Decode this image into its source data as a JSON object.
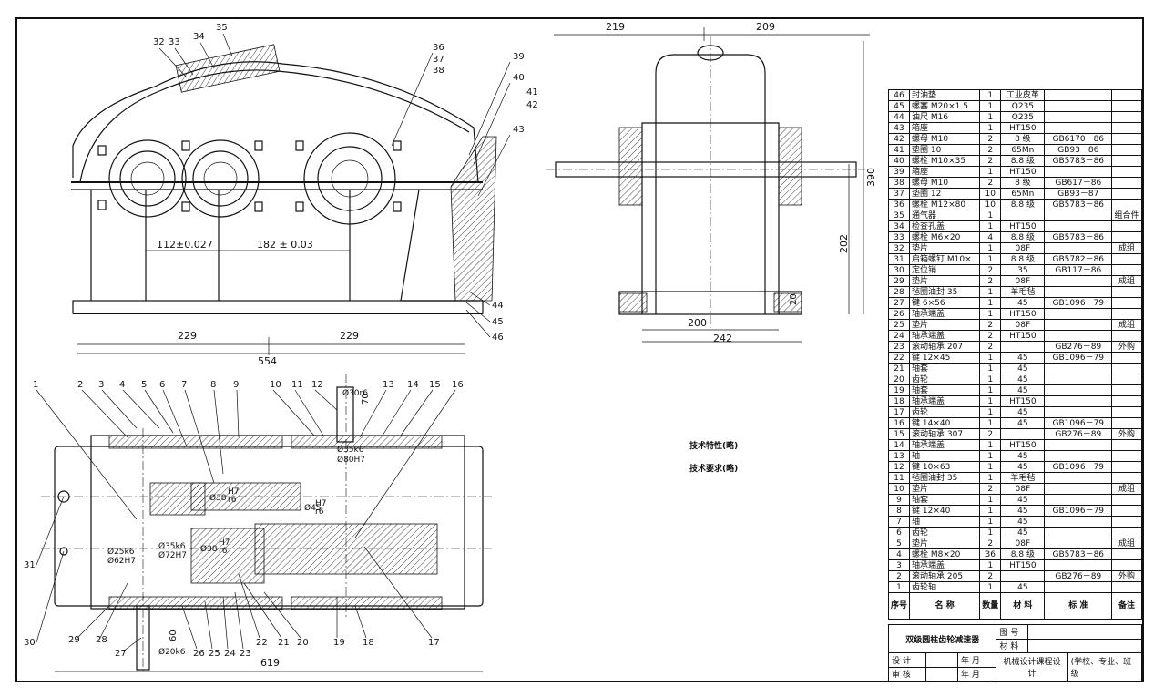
{
  "dimensions": {
    "d219": "219",
    "d209": "209",
    "d390": "390",
    "d202": "202",
    "d20": "20",
    "d200": "200",
    "d242": "242",
    "d112": "112±0.027",
    "d182": "182 ± 0.03",
    "d229a": "229",
    "d229b": "229",
    "d554": "554",
    "d619": "619",
    "d70": "70",
    "d60": "60",
    "fit30": "Ø30r6",
    "fit35k6": "Ø35k6",
    "fit80": "Ø80H7",
    "fit38a": "Ø38",
    "fit38b": "Ø38",
    "fit45": "Ø45",
    "fit25": "Ø25k6",
    "fit62": "Ø62H7",
    "fit35b": "Ø35k6",
    "fit72": "Ø72H7",
    "fit20": "Ø20k6",
    "h7": "H7",
    "r6": "r6"
  },
  "callouts": {
    "top": [
      "32",
      "33",
      "34",
      "35",
      "36",
      "37",
      "38",
      "39",
      "40",
      "41",
      "42",
      "43",
      "44",
      "45",
      "46"
    ],
    "bottom_top": [
      "1",
      "2",
      "3",
      "4",
      "5",
      "6",
      "7",
      "8",
      "9",
      "10",
      "11",
      "12",
      "13",
      "14",
      "15",
      "16"
    ],
    "bottom_low": [
      "31",
      "30",
      "29",
      "28",
      "27",
      "26",
      "25",
      "24",
      "23",
      "22",
      "21",
      "20",
      "19",
      "18",
      "17"
    ]
  },
  "notes": {
    "tech_char": "技术特性(略)",
    "tech_req": "技术要求(略)"
  },
  "parts_header": [
    "序号",
    "名 称",
    "数量",
    "材 料",
    "标 准",
    "备注"
  ],
  "parts": [
    [
      "46",
      "封油垫",
      "1",
      "工业皮革",
      "",
      ""
    ],
    [
      "45",
      "螺塞 M20×1.5",
      "1",
      "Q235",
      "",
      ""
    ],
    [
      "44",
      "油尺 M16",
      "1",
      "Q235",
      "",
      ""
    ],
    [
      "43",
      "箱座",
      "1",
      "HT150",
      "",
      ""
    ],
    [
      "42",
      "螺母 M10",
      "2",
      "8 级",
      "GB6170－86",
      ""
    ],
    [
      "41",
      "垫圈 10",
      "2",
      "65Mn",
      "GB93－86",
      ""
    ],
    [
      "40",
      "螺栓 M10×35",
      "2",
      "8.8 级",
      "GB5783－86",
      ""
    ],
    [
      "39",
      "箱座",
      "1",
      "HT150",
      "",
      ""
    ],
    [
      "38",
      "螺母 M10",
      "2",
      "8 级",
      "GB617－86",
      ""
    ],
    [
      "37",
      "垫圈 12",
      "10",
      "65Mn",
      "GB93－87",
      ""
    ],
    [
      "36",
      "螺栓 M12×80",
      "10",
      "8.8 级",
      "GB5783－86",
      ""
    ],
    [
      "35",
      "通气器",
      "1",
      "",
      "",
      "组合件"
    ],
    [
      "34",
      "检查孔盖",
      "1",
      "HT150",
      "",
      ""
    ],
    [
      "33",
      "螺栓 M6×20",
      "4",
      "8.8 级",
      "GB5783－86",
      ""
    ],
    [
      "32",
      "垫片",
      "1",
      "08F",
      "",
      "成组"
    ],
    [
      "31",
      "启箱螺钉 M10×",
      "1",
      "8.8 级",
      "GB5782－86",
      ""
    ],
    [
      "30",
      "定位销",
      "2",
      "35",
      "GB117－86",
      ""
    ],
    [
      "29",
      "垫片",
      "2",
      "08F",
      "",
      "成组"
    ],
    [
      "28",
      "毡圈油封 35",
      "1",
      "羊毛毡",
      "",
      ""
    ],
    [
      "27",
      "键 6×56",
      "1",
      "45",
      "GB1096－79",
      ""
    ],
    [
      "26",
      "轴承端盖",
      "1",
      "HT150",
      "",
      ""
    ],
    [
      "25",
      "垫片",
      "2",
      "08F",
      "",
      "成组"
    ],
    [
      "24",
      "轴承端盖",
      "2",
      "HT150",
      "",
      ""
    ],
    [
      "23",
      "滚动轴承 207",
      "2",
      "",
      "GB276－89",
      "外购"
    ],
    [
      "22",
      "键 12×45",
      "1",
      "45",
      "GB1096－79",
      ""
    ],
    [
      "21",
      "轴套",
      "1",
      "45",
      "",
      ""
    ],
    [
      "20",
      "齿轮",
      "1",
      "45",
      "",
      ""
    ],
    [
      "19",
      "轴套",
      "1",
      "45",
      "",
      ""
    ],
    [
      "18",
      "轴承端盖",
      "1",
      "HT150",
      "",
      ""
    ],
    [
      "17",
      "齿轮",
      "1",
      "45",
      "",
      ""
    ],
    [
      "16",
      "键 14×40",
      "1",
      "45",
      "GB1096－79",
      ""
    ],
    [
      "15",
      "滚动轴承 307",
      "2",
      "",
      "GB276－89",
      "外购"
    ],
    [
      "14",
      "轴承端盖",
      "1",
      "HT150",
      "",
      ""
    ],
    [
      "13",
      "轴",
      "1",
      "45",
      "",
      ""
    ],
    [
      "12",
      "键 10×63",
      "1",
      "45",
      "GB1096－79",
      ""
    ],
    [
      "11",
      "毡圈油封 35",
      "1",
      "羊毛毡",
      "",
      ""
    ],
    [
      "10",
      "垫片",
      "2",
      "08F",
      "",
      "成组"
    ],
    [
      "9",
      "轴套",
      "1",
      "45",
      "",
      ""
    ],
    [
      "8",
      "键 12×40",
      "1",
      "45",
      "GB1096－79",
      ""
    ],
    [
      "7",
      "轴",
      "1",
      "45",
      "",
      ""
    ],
    [
      "6",
      "齿轮",
      "1",
      "45",
      "",
      ""
    ],
    [
      "5",
      "垫片",
      "2",
      "08F",
      "",
      "成组"
    ],
    [
      "4",
      "螺栓 M8×20",
      "36",
      "8.8 级",
      "GB5783－86",
      ""
    ],
    [
      "3",
      "轴承端盖",
      "1",
      "HT150",
      "",
      ""
    ],
    [
      "2",
      "滚动轴承 205",
      "2",
      "",
      "GB276－89",
      "外购"
    ],
    [
      "1",
      "齿轮轴",
      "1",
      "45",
      "",
      ""
    ]
  ],
  "title_block": {
    "name": "双级圆柱齿轮减速器",
    "drawing_no_label": "图 号",
    "material_label": "材 料",
    "design_label": "设 计",
    "review_label": "审 核",
    "date_label": "年 月",
    "course": "机械设计课程设计",
    "school": "(学校、专业、班级"
  }
}
